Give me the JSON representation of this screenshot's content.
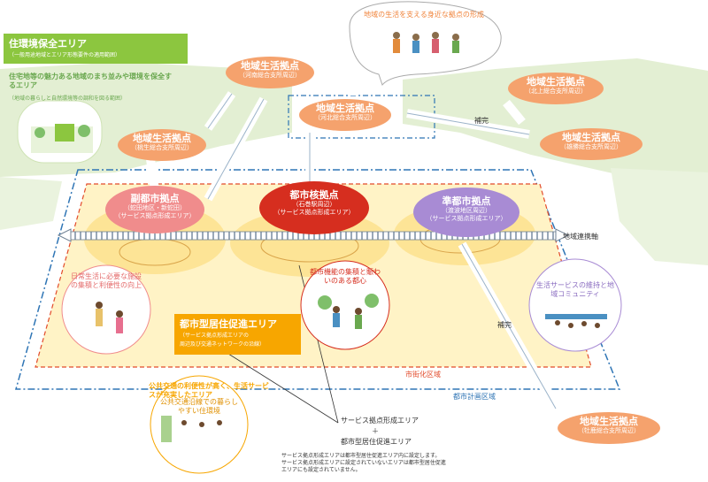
{
  "colors": {
    "green": "#8cc63f",
    "green_dark": "#6aa84f",
    "orange": "#f5a26d",
    "orange_dark": "#f0833a",
    "red": "#d62e1f",
    "pink": "#f08c8c",
    "purple": "#a88bd4",
    "blue": "#2f75b5",
    "yellow": "#fde89a",
    "yellow_light": "#fff3c6",
    "area_orange": "#f7a600"
  },
  "legend": {
    "residential_area_title": "住環境保全エリア",
    "residential_area_sub": "（一般用途地域とエリア形態要件の適用範囲）",
    "residential_area_note": "住宅地等の魅力ある地域のまち並みや環境を保全するエリア",
    "residential_area_note_sub": "（地域の暮らしと自然環境等の調和を図る範囲）",
    "urban_area_title": "都市型居住促進エリア",
    "urban_area_sub1": "（サービス拠点形成エリアの",
    "urban_area_sub2": "周辺及び交通ネットワークの沿線）",
    "urban_area_note": "公共交通の利便性が高く、生活サービスが充実したエリア"
  },
  "nodes": {
    "core": {
      "title": "都市核拠点",
      "sub1": "（石巻駅周辺）",
      "sub2": "（サービス拠点形成エリア）"
    },
    "sub_core_west": {
      "title": "副都市拠点",
      "sub1": "（蛇田地区・新蛇田）",
      "sub2": "（サービス拠点形成エリア）"
    },
    "sub_core_east": {
      "title": "準都市拠点",
      "sub1": "（渡波地区周辺）",
      "sub2": "（サービス拠点形成エリア）"
    },
    "local_top": {
      "title": "地域生活拠点",
      "sub": "（河南総合支所周辺）"
    },
    "local_center": {
      "title": "地域生活拠点",
      "sub": "（河北総合支所周辺）"
    },
    "local_left": {
      "title": "地域生活拠点",
      "sub": "（桃生総合支所周辺）"
    },
    "local_right_top": {
      "title": "地域生活拠点",
      "sub": "（北上総合支所周辺）"
    },
    "local_right": {
      "title": "地域生活拠点",
      "sub": "（雄勝総合支所周辺）"
    },
    "local_bottom": {
      "title": "地域生活拠点",
      "sub": "（牡鹿総合支所周辺）"
    }
  },
  "labels": {
    "complement_1": "補完",
    "complement_2": "補完",
    "transport_axis": "地域連携軸",
    "urbanization_area": "市街化区域",
    "city_planning_area": "都市計画区域",
    "leader_1": "サービス拠点形成エリア",
    "leader_plus": "＋",
    "leader_2": "都市型居住促進エリア",
    "footnote_1": "サービス拠点形成エリアは都市型居住促進エリア内に設定します。",
    "footnote_2": "サービス拠点形成エリアに設定されていないエリアは都市型居住促進",
    "footnote_3": "エリアにも設定されていません。"
  },
  "bubbles": {
    "top": "地域の生活を支える身近な拠点の形成",
    "left_circle": "日常生活に必要な施設の集積と利便性の向上",
    "center_circle": "都市機能の集積と賑わいのある都心",
    "right_circle": "生活サービスの維持と地域コミュニティ",
    "bottom_circle": "公共交通沿線での暮らしやすい住環境"
  }
}
